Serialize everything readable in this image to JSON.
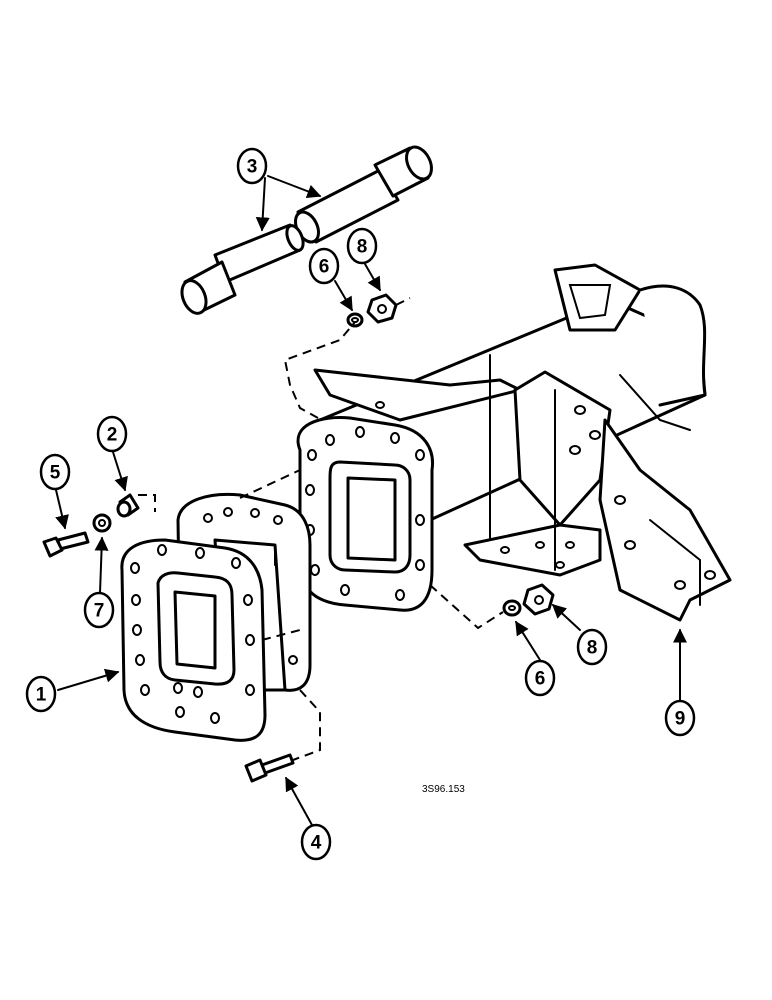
{
  "callouts": [
    {
      "id": "c1",
      "label": "1"
    },
    {
      "id": "c2",
      "label": "2"
    },
    {
      "id": "c3",
      "label": "3"
    },
    {
      "id": "c4",
      "label": "4"
    },
    {
      "id": "c5",
      "label": "5"
    },
    {
      "id": "c6a",
      "label": "6"
    },
    {
      "id": "c6b",
      "label": "6"
    },
    {
      "id": "c7",
      "label": "7"
    },
    {
      "id": "c8a",
      "label": "8"
    },
    {
      "id": "c8b",
      "label": "8"
    },
    {
      "id": "c9",
      "label": "9"
    }
  ],
  "figure_reference": "3S96.153"
}
